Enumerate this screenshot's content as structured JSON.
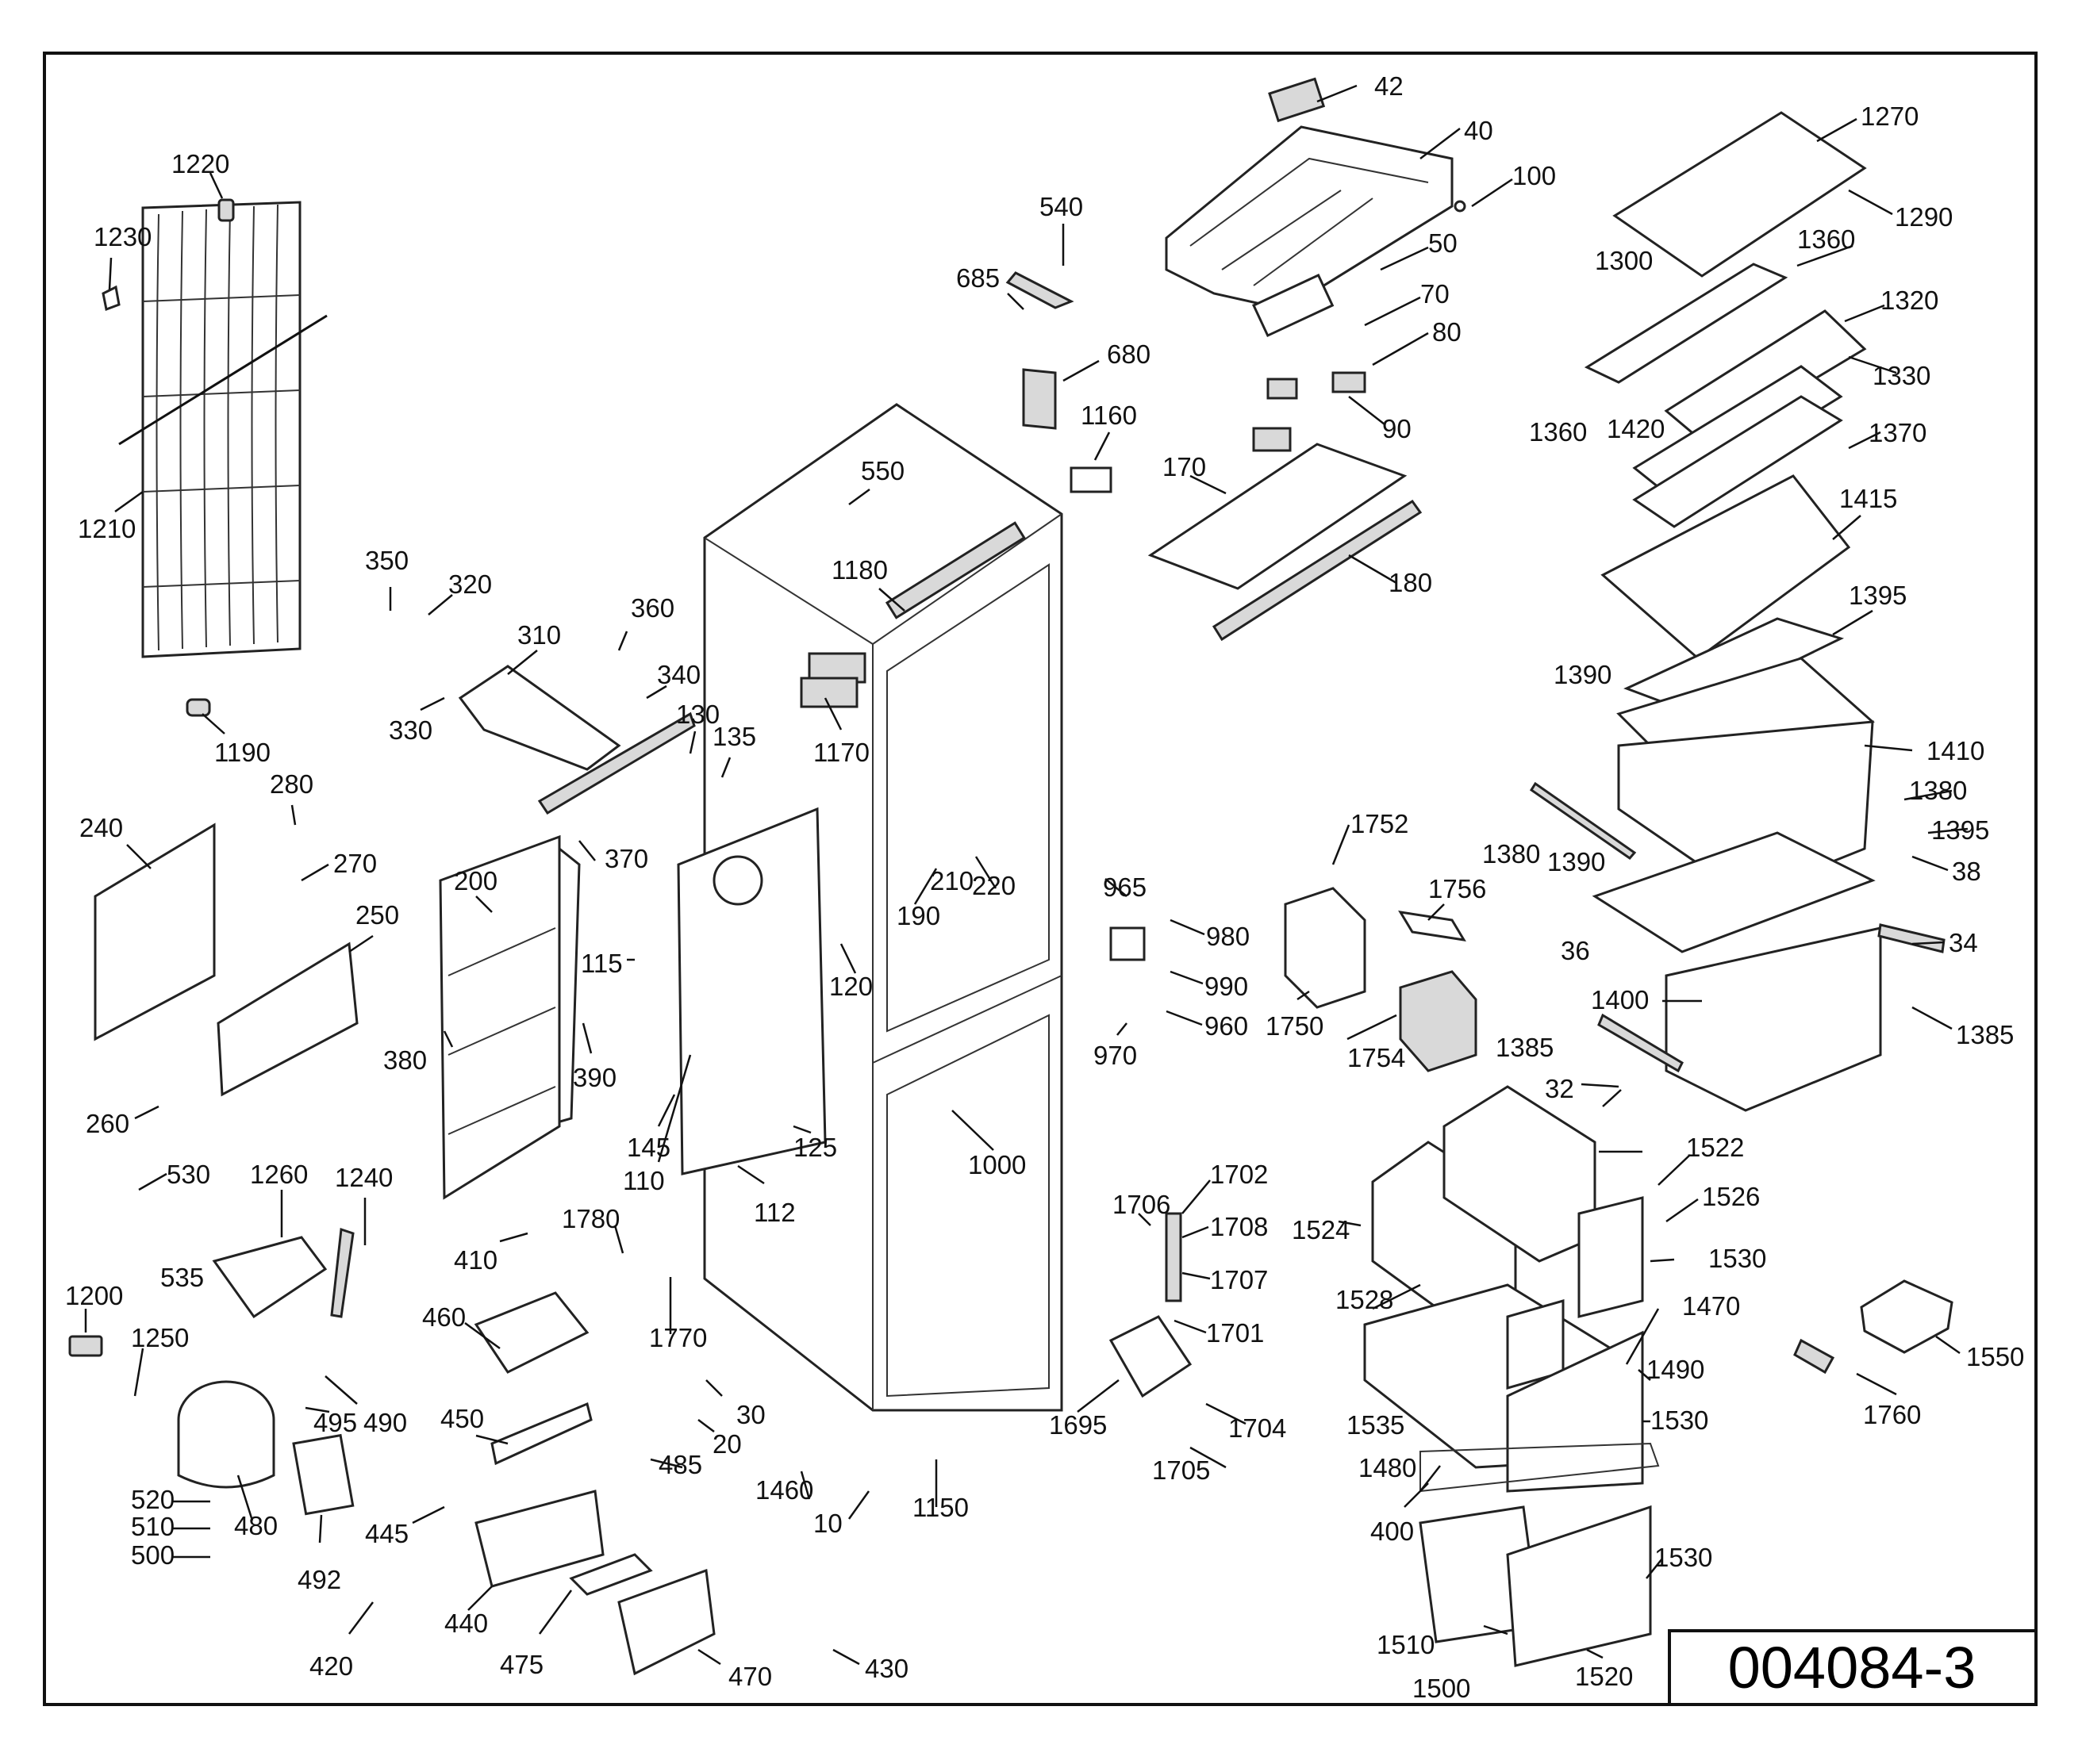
{
  "drawing_number": "004084-3",
  "callouts": [
    {
      "id": "c42",
      "text": "42"
    },
    {
      "id": "c40",
      "text": "40"
    },
    {
      "id": "c100",
      "text": "100"
    },
    {
      "id": "c50",
      "text": "50"
    },
    {
      "id": "c70",
      "text": "70"
    },
    {
      "id": "c80",
      "text": "80"
    },
    {
      "id": "c90",
      "text": "90"
    },
    {
      "id": "c170",
      "text": "170"
    },
    {
      "id": "c180",
      "text": "180"
    },
    {
      "id": "c1270",
      "text": "1270"
    },
    {
      "id": "c1290",
      "text": "1290"
    },
    {
      "id": "c1360a",
      "text": "1360"
    },
    {
      "id": "c1300",
      "text": "1300"
    },
    {
      "id": "c1320",
      "text": "1320"
    },
    {
      "id": "c1330",
      "text": "1330"
    },
    {
      "id": "c1360b",
      "text": "1360"
    },
    {
      "id": "c1420",
      "text": "1420"
    },
    {
      "id": "c1370",
      "text": "1370"
    },
    {
      "id": "c1415",
      "text": "1415"
    },
    {
      "id": "c1395a",
      "text": "1395"
    },
    {
      "id": "c1390a",
      "text": "1390"
    },
    {
      "id": "c1410",
      "text": "1410"
    },
    {
      "id": "c1380a",
      "text": "1380"
    },
    {
      "id": "c1380b",
      "text": "1380"
    },
    {
      "id": "c1395b",
      "text": "1395"
    },
    {
      "id": "c1390b",
      "text": "1390"
    },
    {
      "id": "c38",
      "text": "38"
    },
    {
      "id": "c34",
      "text": "34"
    },
    {
      "id": "c36",
      "text": "36"
    },
    {
      "id": "c1400",
      "text": "1400"
    },
    {
      "id": "c1385a",
      "text": "1385"
    },
    {
      "id": "c1385b",
      "text": "1385"
    },
    {
      "id": "c32",
      "text": "32"
    },
    {
      "id": "c1522",
      "text": "1522"
    },
    {
      "id": "c1526",
      "text": "1526"
    },
    {
      "id": "c1524",
      "text": "1524"
    },
    {
      "id": "c1530a",
      "text": "1530"
    },
    {
      "id": "c1528",
      "text": "1528"
    },
    {
      "id": "c1470",
      "text": "1470"
    },
    {
      "id": "c1490",
      "text": "1490"
    },
    {
      "id": "c1535",
      "text": "1535"
    },
    {
      "id": "c1530b",
      "text": "1530"
    },
    {
      "id": "c1480",
      "text": "1480"
    },
    {
      "id": "c400",
      "text": "400"
    },
    {
      "id": "c1530c",
      "text": "1530"
    },
    {
      "id": "c1510",
      "text": "1510"
    },
    {
      "id": "c1500",
      "text": "1500"
    },
    {
      "id": "c1520",
      "text": "1520"
    },
    {
      "id": "c1550",
      "text": "1550"
    },
    {
      "id": "c1760",
      "text": "1760"
    },
    {
      "id": "c1220",
      "text": "1220"
    },
    {
      "id": "c1230",
      "text": "1230"
    },
    {
      "id": "c1210",
      "text": "1210"
    },
    {
      "id": "c1190",
      "text": "1190"
    },
    {
      "id": "c540",
      "text": "540"
    },
    {
      "id": "c685",
      "text": "685"
    },
    {
      "id": "c680",
      "text": "680"
    },
    {
      "id": "c1160",
      "text": "1160"
    },
    {
      "id": "c550",
      "text": "550"
    },
    {
      "id": "c1180",
      "text": "1180"
    },
    {
      "id": "c1170",
      "text": "1170"
    },
    {
      "id": "c350",
      "text": "350"
    },
    {
      "id": "c320",
      "text": "320"
    },
    {
      "id": "c310",
      "text": "310"
    },
    {
      "id": "c360",
      "text": "360"
    },
    {
      "id": "c340",
      "text": "340"
    },
    {
      "id": "c330",
      "text": "330"
    },
    {
      "id": "c130",
      "text": "130"
    },
    {
      "id": "c135",
      "text": "135"
    },
    {
      "id": "c280",
      "text": "280"
    },
    {
      "id": "c240",
      "text": "240"
    },
    {
      "id": "c270",
      "text": "270"
    },
    {
      "id": "c250",
      "text": "250"
    },
    {
      "id": "c370",
      "text": "370"
    },
    {
      "id": "c200",
      "text": "200"
    },
    {
      "id": "c115",
      "text": "115"
    },
    {
      "id": "c190",
      "text": "190"
    },
    {
      "id": "c210",
      "text": "210"
    },
    {
      "id": "c220",
      "text": "220"
    },
    {
      "id": "c120",
      "text": "120"
    },
    {
      "id": "c380",
      "text": "380"
    },
    {
      "id": "c390",
      "text": "390"
    },
    {
      "id": "c260",
      "text": "260"
    },
    {
      "id": "c145",
      "text": "145"
    },
    {
      "id": "c125",
      "text": "125"
    },
    {
      "id": "c110",
      "text": "110"
    },
    {
      "id": "c1000",
      "text": "1000"
    },
    {
      "id": "c112",
      "text": "112"
    },
    {
      "id": "c530",
      "text": "530"
    },
    {
      "id": "c1260",
      "text": "1260"
    },
    {
      "id": "c1240",
      "text": "1240"
    },
    {
      "id": "c535",
      "text": "535"
    },
    {
      "id": "c1780",
      "text": "1780"
    },
    {
      "id": "c410",
      "text": "410"
    },
    {
      "id": "c1200",
      "text": "1200"
    },
    {
      "id": "c1250",
      "text": "1250"
    },
    {
      "id": "c1770",
      "text": "1770"
    },
    {
      "id": "c460",
      "text": "460"
    },
    {
      "id": "c495",
      "text": "495"
    },
    {
      "id": "c490",
      "text": "490"
    },
    {
      "id": "c450",
      "text": "450"
    },
    {
      "id": "c30",
      "text": "30"
    },
    {
      "id": "c20",
      "text": "20"
    },
    {
      "id": "c485",
      "text": "485"
    },
    {
      "id": "c1460",
      "text": "1460"
    },
    {
      "id": "c10",
      "text": "10"
    },
    {
      "id": "c1150",
      "text": "1150"
    },
    {
      "id": "c520",
      "text": "520"
    },
    {
      "id": "c510",
      "text": "510"
    },
    {
      "id": "c500",
      "text": "500"
    },
    {
      "id": "c480",
      "text": "480"
    },
    {
      "id": "c445",
      "text": "445"
    },
    {
      "id": "c492",
      "text": "492"
    },
    {
      "id": "c440",
      "text": "440"
    },
    {
      "id": "c420",
      "text": "420"
    },
    {
      "id": "c475",
      "text": "475"
    },
    {
      "id": "c470",
      "text": "470"
    },
    {
      "id": "c430",
      "text": "430"
    },
    {
      "id": "c965",
      "text": "965"
    },
    {
      "id": "c980",
      "text": "980"
    },
    {
      "id": "c990",
      "text": "990"
    },
    {
      "id": "c960",
      "text": "960"
    },
    {
      "id": "c970",
      "text": "970"
    },
    {
      "id": "c1752",
      "text": "1752"
    },
    {
      "id": "c1756",
      "text": "1756"
    },
    {
      "id": "c1750",
      "text": "1750"
    },
    {
      "id": "c1754",
      "text": "1754"
    },
    {
      "id": "c1702",
      "text": "1702"
    },
    {
      "id": "c1706",
      "text": "1706"
    },
    {
      "id": "c1708",
      "text": "1708"
    },
    {
      "id": "c1707",
      "text": "1707"
    },
    {
      "id": "c1701",
      "text": "1701"
    },
    {
      "id": "c1695",
      "text": "1695"
    },
    {
      "id": "c1704",
      "text": "1704"
    },
    {
      "id": "c1705",
      "text": "1705"
    }
  ]
}
